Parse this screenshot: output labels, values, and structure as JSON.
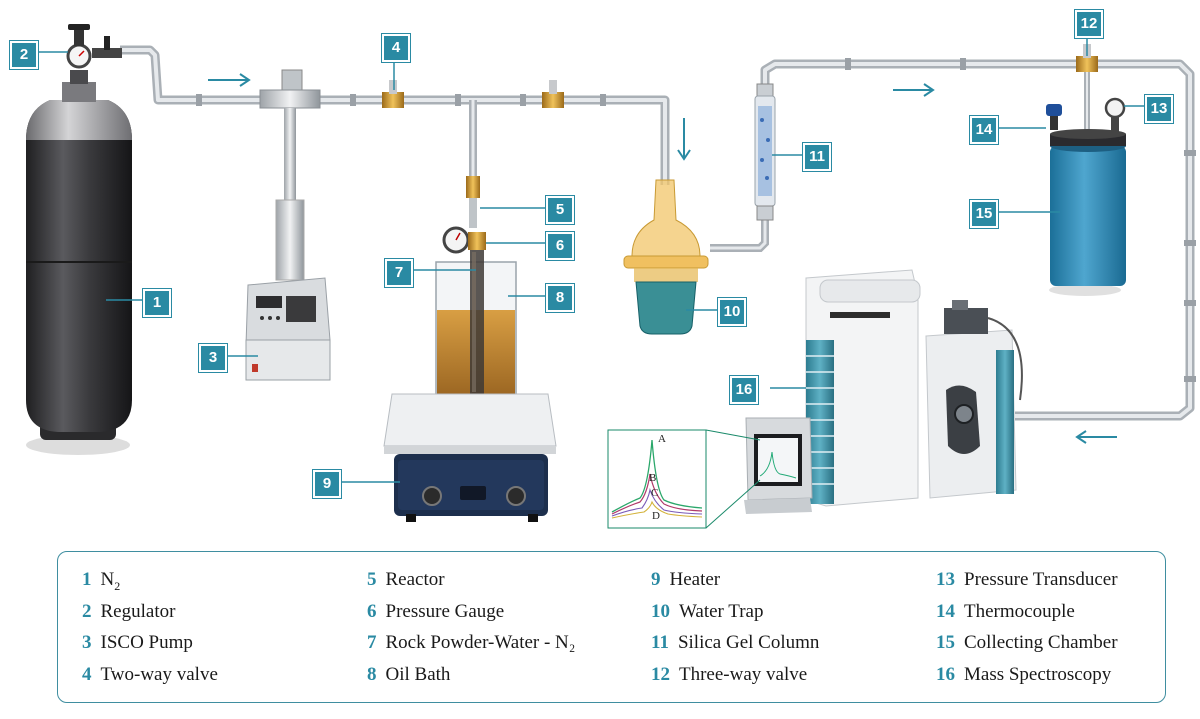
{
  "callouts": [
    {
      "num": "1"
    },
    {
      "num": "2"
    },
    {
      "num": "3"
    },
    {
      "num": "4"
    },
    {
      "num": "5"
    },
    {
      "num": "6"
    },
    {
      "num": "7"
    },
    {
      "num": "8"
    },
    {
      "num": "9"
    },
    {
      "num": "10"
    },
    {
      "num": "11"
    },
    {
      "num": "12"
    },
    {
      "num": "13"
    },
    {
      "num": "14"
    },
    {
      "num": "15"
    },
    {
      "num": "16"
    }
  ],
  "legend": [
    {
      "num": "1",
      "label": "N",
      "sub": "2"
    },
    {
      "num": "2",
      "label": "Regulator"
    },
    {
      "num": "3",
      "label": "ISCO Pump"
    },
    {
      "num": "4",
      "label": "Two-way valve"
    },
    {
      "num": "5",
      "label": "Reactor"
    },
    {
      "num": "6",
      "label": "Pressure Gauge"
    },
    {
      "num": "7",
      "label": "Rock Powder-Water - N₂"
    },
    {
      "num": "8",
      "label": "Oil Bath"
    },
    {
      "num": "9",
      "label": "Heater"
    },
    {
      "num": "10",
      "label": "Water Trap"
    },
    {
      "num": "11",
      "label": "Silica Gel Column"
    },
    {
      "num": "12",
      "label": "Three-way valve"
    },
    {
      "num": "13",
      "label": "Pressure Transducer"
    },
    {
      "num": "14",
      "label": "Thermocouple"
    },
    {
      "num": "15",
      "label": "Collecting Chamber"
    },
    {
      "num": "16",
      "label": "Mass Spectroscopy"
    }
  ],
  "chromatogram_peaks": [
    "A",
    "B",
    "C",
    "D"
  ],
  "colors": {
    "accent": "#2a8aa3",
    "pipe": "#c9ced3",
    "cylinder": "#3a3a3c",
    "chamber": "#2f86b0",
    "oil": "#b9771b",
    "trap": "#1f7f86",
    "spectrometer_accent": "#3f8ea3"
  }
}
